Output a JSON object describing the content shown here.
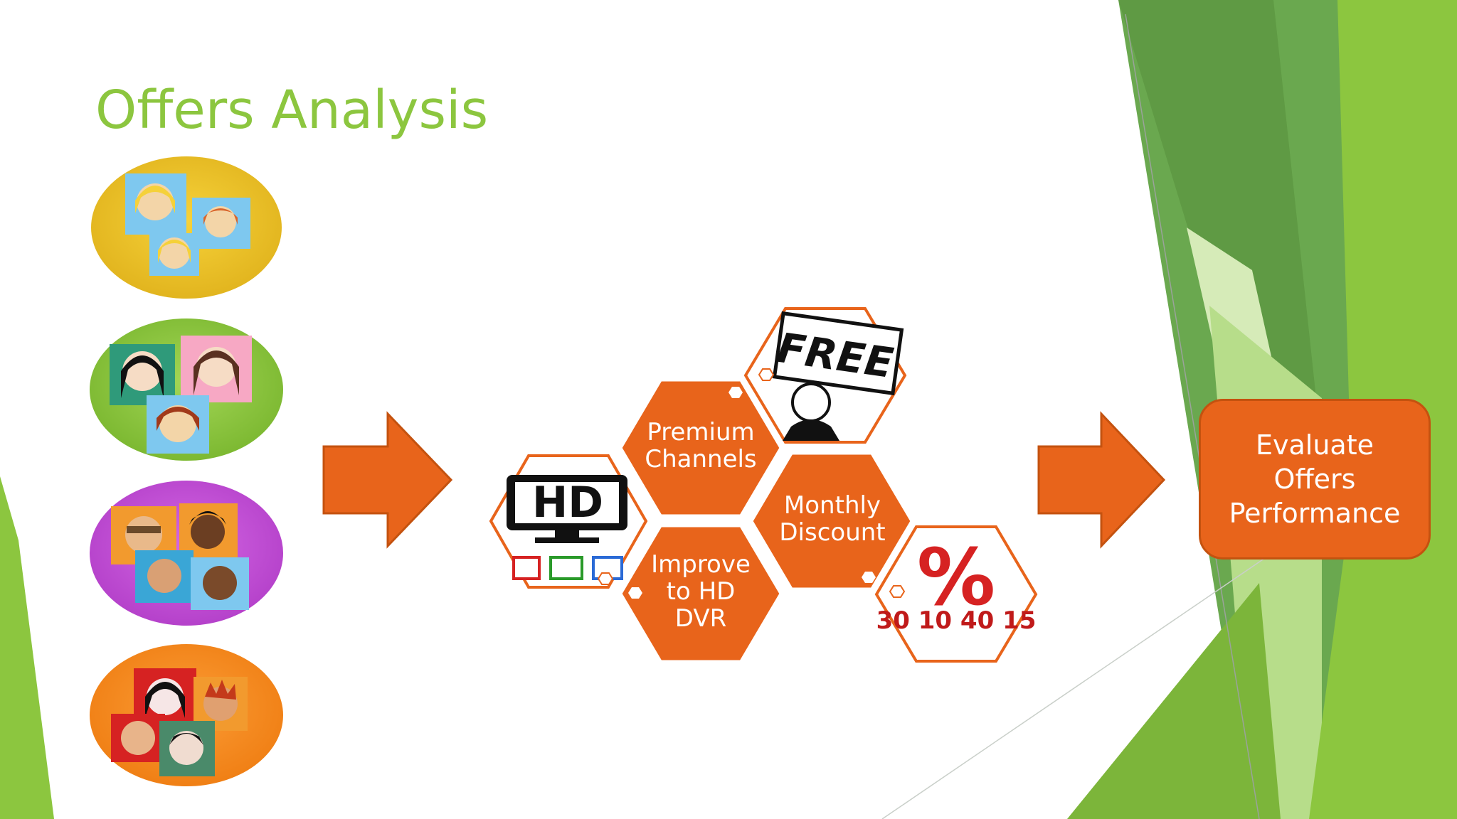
{
  "slide": {
    "title": "Offers Analysis"
  },
  "segments": [
    {
      "name": "segment-yellow",
      "color": "#e8b923"
    },
    {
      "name": "segment-green",
      "color": "#8cc63f"
    },
    {
      "name": "segment-purple",
      "color": "#c452d6"
    },
    {
      "name": "segment-orange",
      "color": "#f78a1d"
    }
  ],
  "offers": {
    "premium": "Premium\nChannels",
    "monthly": "Monthly\nDiscount",
    "improve": "Improve\nto HD\nDVR",
    "hd_text": "HD",
    "free_text": "FREE",
    "percent_text": "%",
    "percent_numbers": "30 10 40 15"
  },
  "result": {
    "label": "Evaluate\nOffers\nPerformance"
  },
  "colors": {
    "accent_orange": "#e8641b",
    "title_green": "#8cc63f",
    "dark_green": "#5a9a3a"
  }
}
